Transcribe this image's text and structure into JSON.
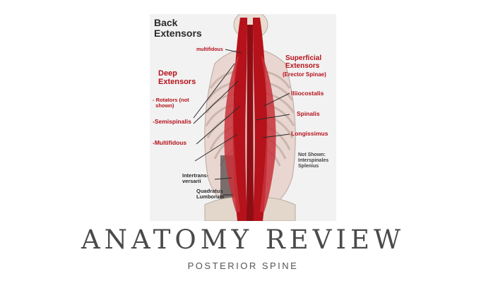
{
  "figure": {
    "heading": "Back\nExtensors",
    "multifidous_top": "multifidous",
    "deep_heading": "Deep\nExtensors",
    "rotators": "- Rotators (not\n  shown)",
    "semispinalis": "-Semispinalis",
    "multifidous": "-Multifidous",
    "intertransversarii": "Intertrans-\nversarii",
    "quadratus": "Quadratus\nLumborum",
    "superficial_heading": "Superficial\nExtensors",
    "erector": "(Erector Spinae)",
    "iliocostalis": "Iliiocostalis",
    "spinalis": "Spinalis",
    "longissimus": "Longissimus",
    "not_shown": "Not Shown:\nInterspinales\nSplenius",
    "colors": {
      "muscle": "#b5121b",
      "rib": "#c9c1b8",
      "label_red": "#b5121b",
      "label_dark": "#2a2a2a"
    }
  },
  "title": "ANATOMY REVIEW",
  "subtitle": "POSTERIOR SPINE"
}
